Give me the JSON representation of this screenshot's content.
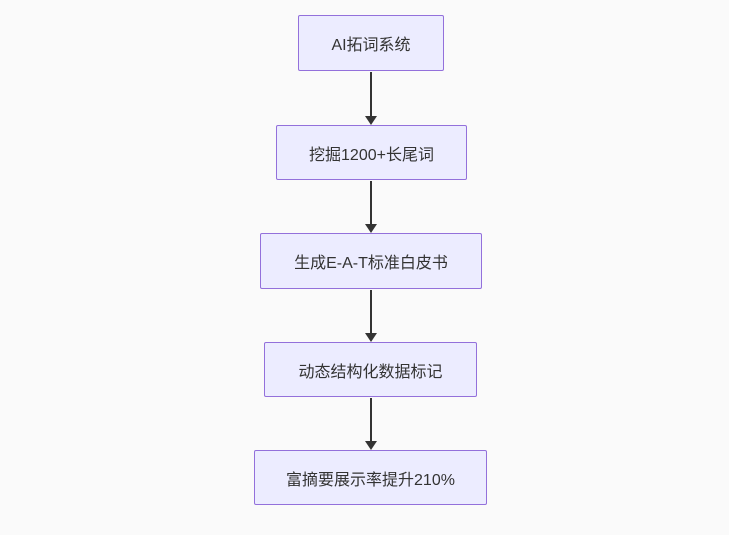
{
  "diagram": {
    "type": "flowchart",
    "direction": "top-down",
    "nodes": [
      {
        "label": "AI拓词系统"
      },
      {
        "label": "挖掘1200+长尾词"
      },
      {
        "label": "生成E-A-T标准白皮书"
      },
      {
        "label": "动态结构化数据标记"
      },
      {
        "label": "富摘要展示率提升210%"
      }
    ],
    "edges": [
      {
        "from": 0,
        "to": 1,
        "style": "arrow"
      },
      {
        "from": 1,
        "to": 2,
        "style": "arrow"
      },
      {
        "from": 2,
        "to": 3,
        "style": "arrow"
      },
      {
        "from": 3,
        "to": 4,
        "style": "arrow"
      }
    ],
    "colors": {
      "node_fill": "#ECECFF",
      "node_border": "#9370DB",
      "arrow": "#333333",
      "text": "#333333",
      "background": "#fafafa"
    }
  }
}
